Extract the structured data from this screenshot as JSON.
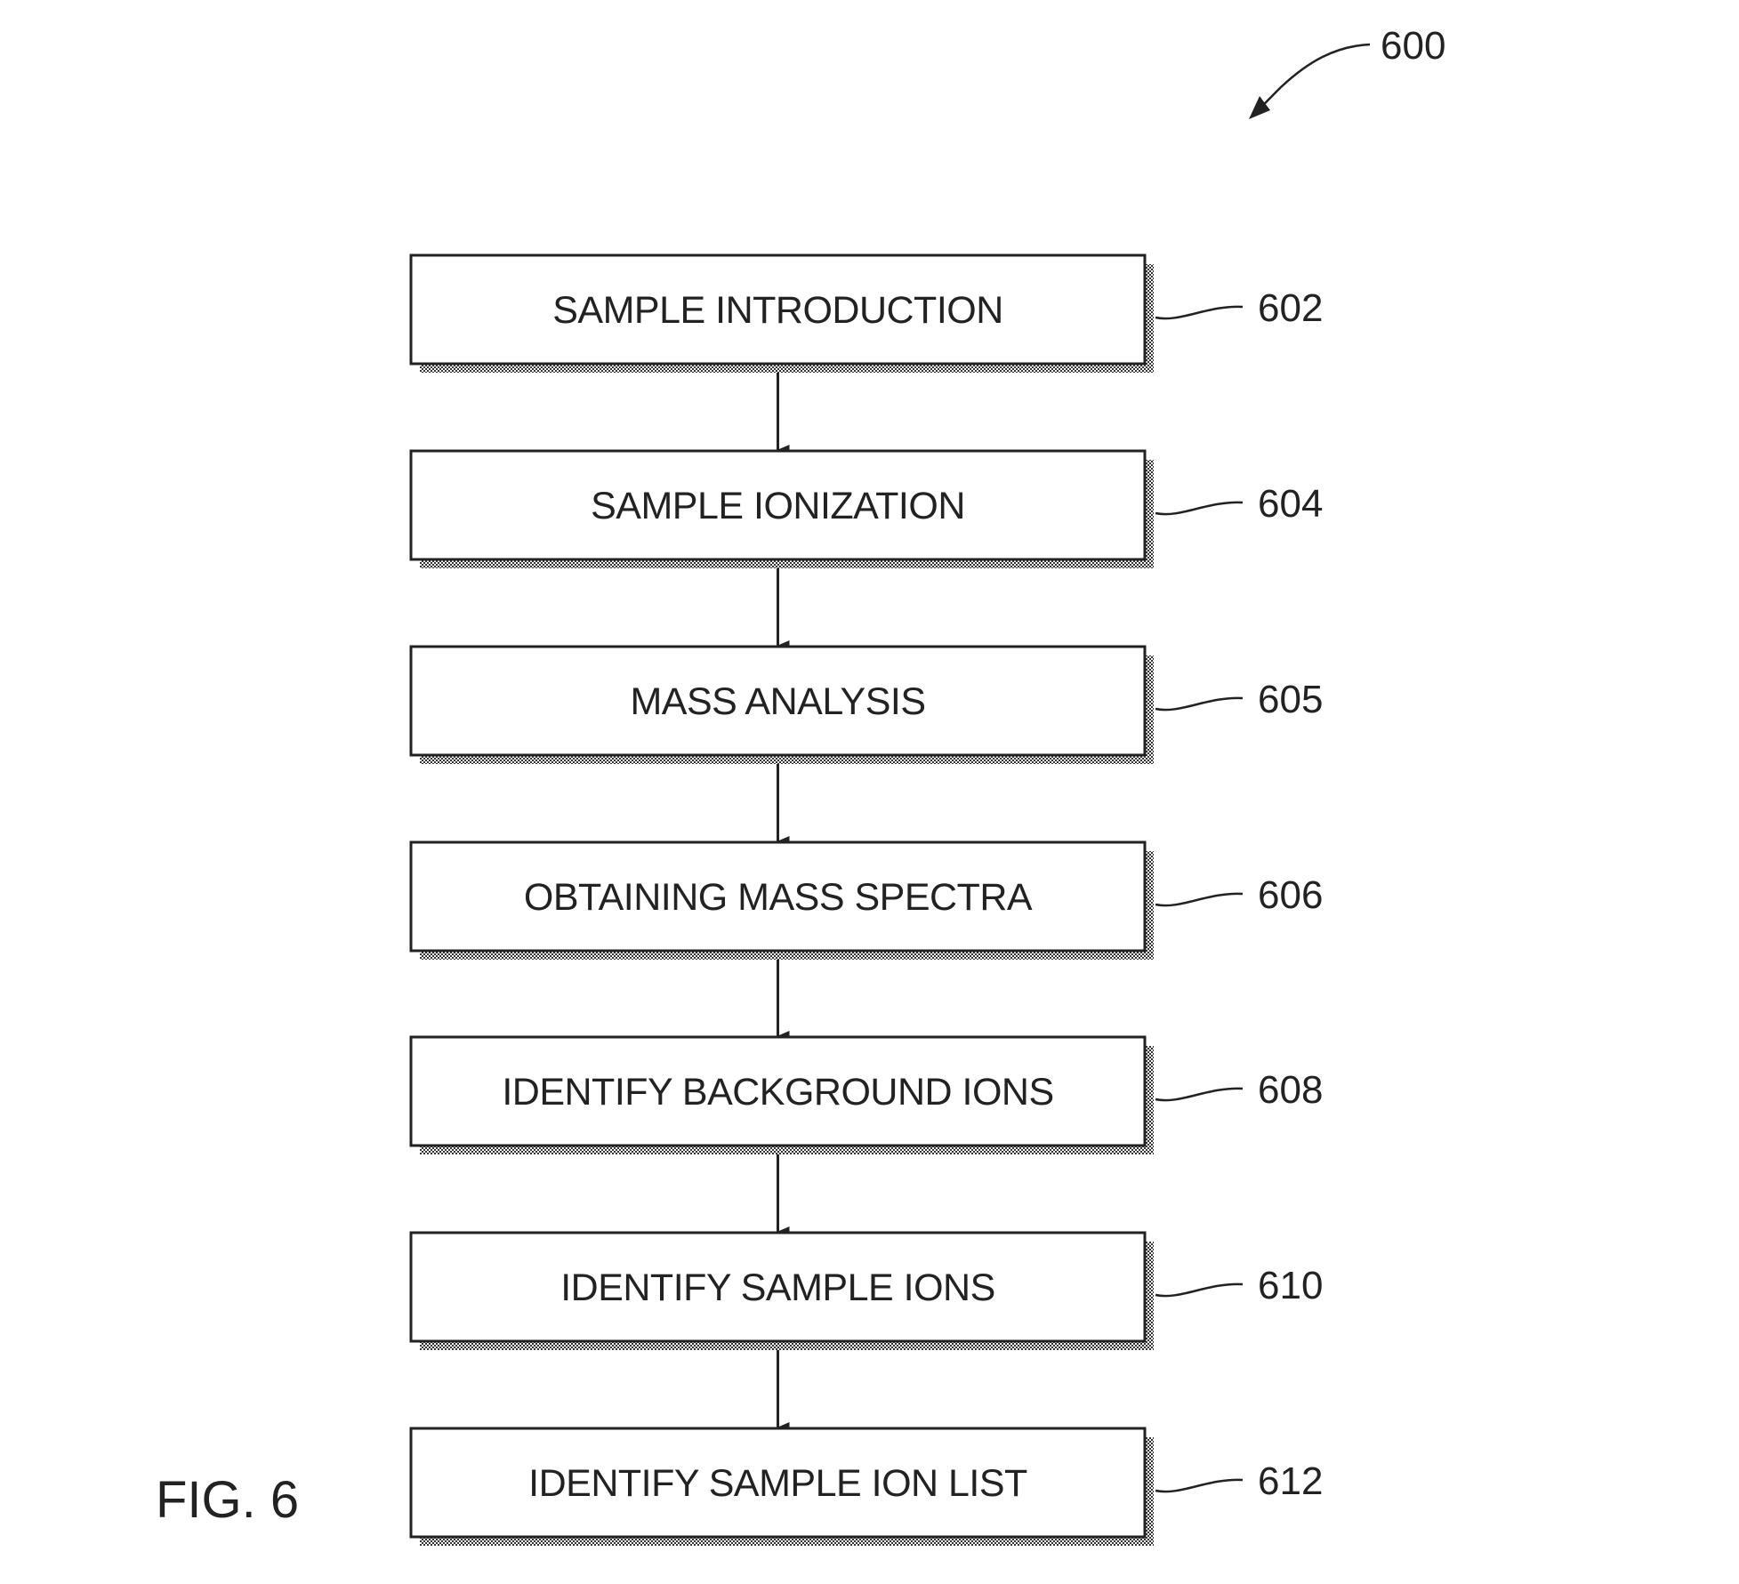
{
  "figure": {
    "caption": "FIG. 6",
    "reference": "600"
  },
  "steps": [
    {
      "label": "SAMPLE INTRODUCTION",
      "ref": "602"
    },
    {
      "label": "SAMPLE IONIZATION",
      "ref": "604"
    },
    {
      "label": "MASS ANALYSIS",
      "ref": "605"
    },
    {
      "label": "OBTAINING MASS SPECTRA",
      "ref": "606"
    },
    {
      "label": "IDENTIFY BACKGROUND IONS",
      "ref": "608"
    },
    {
      "label": "IDENTIFY SAMPLE IONS",
      "ref": "610"
    },
    {
      "label": "IDENTIFY SAMPLE ION LIST",
      "ref": "612"
    }
  ],
  "colors": {
    "line": "#222222",
    "shadow": "#555555",
    "background": "#ffffff"
  }
}
